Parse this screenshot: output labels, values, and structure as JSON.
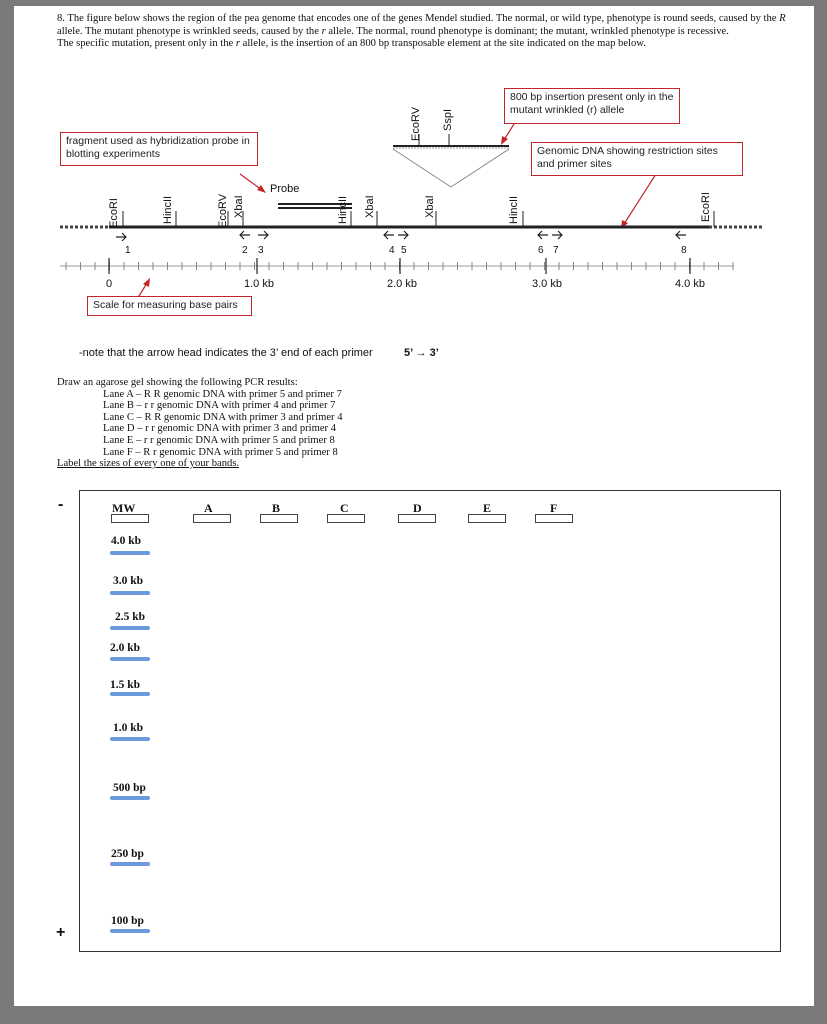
{
  "question": {
    "p1": "8. The figure below shows the region of the pea genome that encodes one of the genes Mendel studied.  The normal, or wild type, phenotype is round seeds, caused by the ",
    "R": "R",
    "p2": " allele. The mutant phenotype is wrinkled seeds, caused by the ",
    "r": "r",
    "p3": " allele. The normal, round phenotype is dominant; the mutant, wrinkled phenotype is recessive.",
    "p4": "The specific mutation, present only in the ",
    "p5": " allele, is the insertion of an 800 bp transposable element at the site indicated on the map below."
  },
  "map": {
    "callout_insertion": "800 bp insertion present only in the mutant wrinkled (r) allele",
    "callout_probe": "fragment used as hybridization probe in blotting experiments",
    "callout_genomic": "Genomic DNA showing restriction sites and primer sites",
    "callout_scale": "Scale for measuring base pairs",
    "probe_label": "Probe",
    "insert_sites": [
      "EcoRV",
      "SspI"
    ],
    "sites": [
      "EcoRI",
      "HincII",
      "EcoRV",
      "XbaI",
      "HincII",
      "XbaI",
      "XbaI",
      "HincII",
      "EcoRI"
    ],
    "primers": [
      "1",
      "2",
      "3",
      "4",
      "5",
      "6",
      "7",
      "8"
    ],
    "scale": [
      "0",
      "1.0 kb",
      "2.0 kb",
      "3.0 kb",
      "4.0 kb"
    ],
    "primer_note": "-note that the arrow head indicates the 3’ end of each primer",
    "primer_orientation": "5’ → 3’"
  },
  "instructions": {
    "title": "Draw an agarose gel showing the following PCR results:",
    "lanes": [
      "Lane A – R R genomic DNA with primer 5 and primer 7",
      "Lane B – r r genomic DNA with primer 4 and primer 7",
      "Lane C – R R genomic DNA with primer 3 and primer 4",
      "Lane D – r r genomic DNA with primer 3 and primer 4",
      "Lane E – r r genomic DNA with primer 5 and primer 8",
      "Lane F – R r genomic DNA with primer 5 and primer 8"
    ],
    "footer": "Label the sizes of every one of your bands."
  },
  "gel": {
    "minus": "-",
    "plus": "+",
    "lanes": [
      "MW",
      "A",
      "B",
      "C",
      "D",
      "E",
      "F"
    ],
    "ladder": [
      "4.0 kb",
      "3.0 kb",
      "2.5 kb",
      "2.0 kb",
      "1.5 kb",
      "1.0 kb",
      "500 bp",
      "250 bp",
      "100 bp"
    ]
  }
}
